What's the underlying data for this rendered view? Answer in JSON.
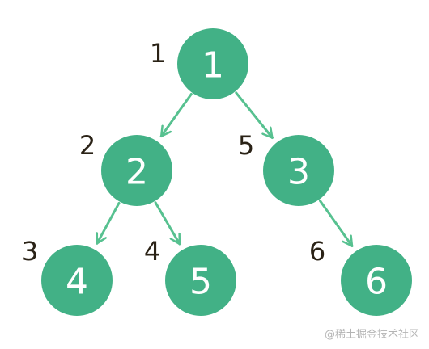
{
  "colors": {
    "node_fill": "#42b186",
    "node_label": "#ffffff",
    "edge": "#57c190",
    "order_label": "#2a2216",
    "watermark": "#b4b4b4"
  },
  "nodes": [
    {
      "id": "n1",
      "label": "1",
      "order": "1"
    },
    {
      "id": "n2",
      "label": "2",
      "order": "2"
    },
    {
      "id": "n3",
      "label": "3",
      "order": "5"
    },
    {
      "id": "n4",
      "label": "4",
      "order": "3"
    },
    {
      "id": "n5",
      "label": "5",
      "order": "4"
    },
    {
      "id": "n6",
      "label": "6",
      "order": "6"
    }
  ],
  "edges": [
    {
      "from": "n1",
      "to": "n2"
    },
    {
      "from": "n1",
      "to": "n3"
    },
    {
      "from": "n2",
      "to": "n4"
    },
    {
      "from": "n2",
      "to": "n5"
    },
    {
      "from": "n3",
      "to": "n6"
    }
  ],
  "watermark": "@稀土掘金技术社区"
}
